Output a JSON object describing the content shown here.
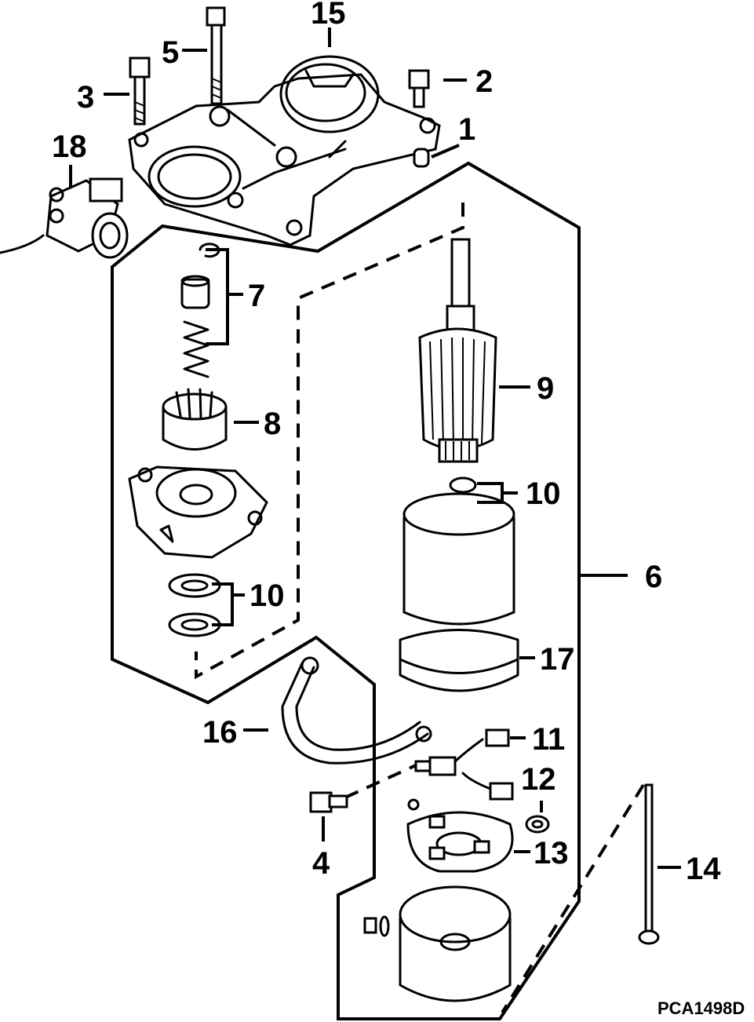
{
  "labels": {
    "l1": "1",
    "l2": "2",
    "l3": "3",
    "l4": "4",
    "l5": "5",
    "l6": "6",
    "l7": "7",
    "l8": "8",
    "l9": "9",
    "l10a": "10",
    "l10b": "10",
    "l11": "11",
    "l12": "12",
    "l13": "13",
    "l14": "14",
    "l15": "15",
    "l16": "16",
    "l17": "17",
    "l18": "18"
  },
  "figure_code": "PCA1498D"
}
